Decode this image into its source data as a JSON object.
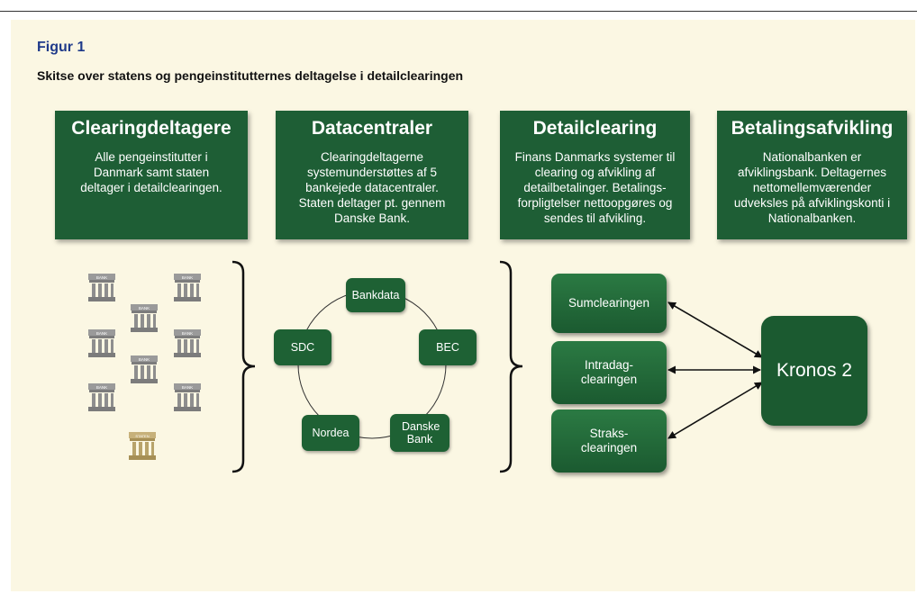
{
  "figure": {
    "label": "Figur 1",
    "title": "Skitse over statens og pengeinstitutternes deltagelse i detailclearingen"
  },
  "headers": [
    {
      "title": "Clearingdeltagere",
      "body": "Alle pengeinstitutter i Danmark samt staten deltager i detailclearingen."
    },
    {
      "title": "Datacentraler",
      "body": "Clearingdeltagerne systemunderstøttes af 5 bankejede datacentraler. Staten deltager pt. gennem Danske Bank."
    },
    {
      "title": "Detailclearing",
      "body": "Finans Danmarks systemer til clearing og afvikling af detailbetalinger. Betalings-forpligtelser nettoopgøres og sendes til afvikling."
    },
    {
      "title": "Betalingsafvikling",
      "body": "Nationalbanken er afviklingsbank. Deltagernes nettomellemværender udveksles på afviklingskonti i Nationalbanken."
    }
  ],
  "bank_icons": {
    "bank_label": "BANK",
    "state_label": "STATEN",
    "bank_color": "#8e8e8e",
    "state_color": "#b8a36a"
  },
  "datacenters": {
    "bankdata": "Bankdata",
    "bec": "BEC",
    "danske_bank": "Danske Bank",
    "nordea": "Nordea",
    "sdc": "SDC"
  },
  "clearings": [
    "Sumclearingen",
    "Intradag-clearingen",
    "Straks-clearingen"
  ],
  "settlement": "Kronos 2",
  "colors": {
    "panel_bg": "#fbf7e3",
    "box_green": "#1e5e35",
    "figure_label": "#1f3a8a"
  }
}
